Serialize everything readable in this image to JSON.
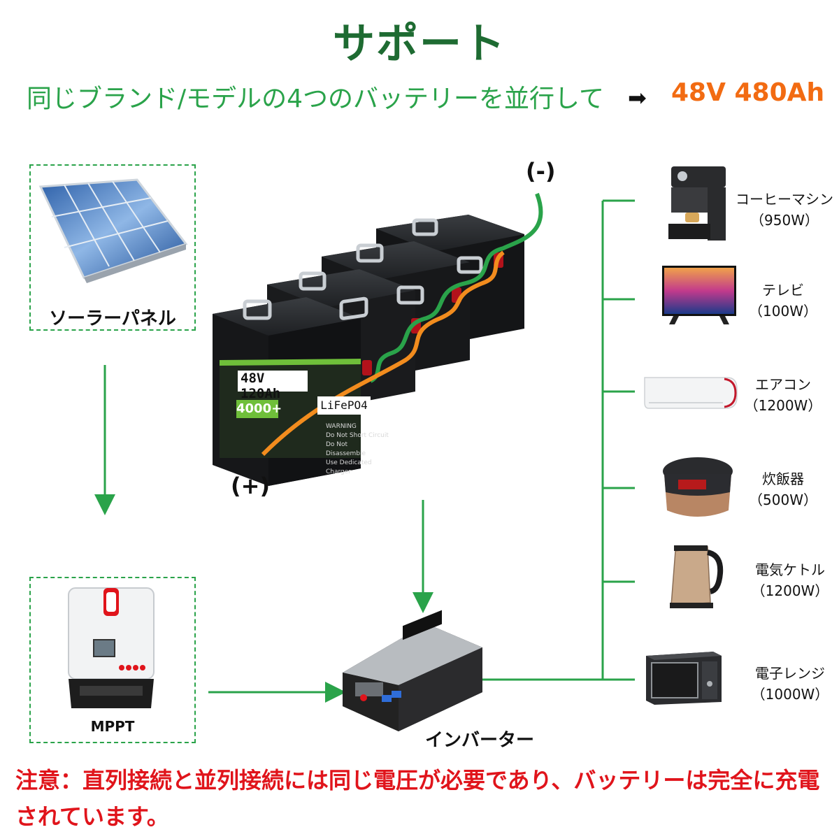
{
  "header": {
    "title": "サポート",
    "subtitle": "同じブランド/モデルの4つのバッテリーを並行して",
    "result": "48V 480Ah"
  },
  "solar": {
    "label": "ソーラーパネル"
  },
  "mppt": {
    "label": "MPPT"
  },
  "inverter": {
    "label": "インバーター"
  },
  "battery": {
    "neg_label": "(-)",
    "pos_label": "(+)",
    "rating": "48V 120Ah",
    "cycles": "4000+",
    "chem": "LiFePO4",
    "warning_title": "WARNING",
    "warning_lines": [
      "Do Not Short Circuit",
      "Do Not Disassemble",
      "Use Dedicated Charger"
    ]
  },
  "appliances": [
    {
      "name": "コーヒーマシン",
      "power": "（950W）",
      "icon": "coffee-machine-icon"
    },
    {
      "name": "テレビ",
      "power": "（100W）",
      "icon": "tv-icon"
    },
    {
      "name": "エアコン",
      "power": "（1200W）",
      "icon": "air-conditioner-icon"
    },
    {
      "name": "炊飯器",
      "power": "（500W）",
      "icon": "rice-cooker-icon"
    },
    {
      "name": "電気ケトル",
      "power": "（1200W）",
      "icon": "kettle-icon"
    },
    {
      "name": "電子レンジ",
      "power": "（1000W）",
      "icon": "microwave-icon"
    }
  ],
  "note": "注意：直列接続と並列接続には同じ電圧が必要であり、バッテリーは完全に充電されています。",
  "colors": {
    "accent_green": "#2aa34a",
    "title_green": "#1e6b32",
    "orange": "#f26b12",
    "warning_red": "#e0141b"
  }
}
